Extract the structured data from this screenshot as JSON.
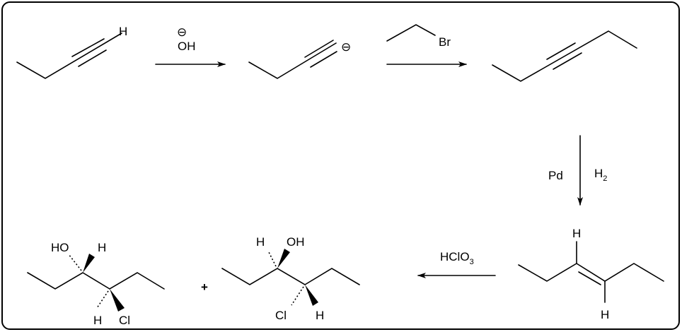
{
  "scheme": {
    "step1_reagent_charge": "⊖",
    "step1_reagent": "OH",
    "anion_charge": "⊖",
    "step2_reagent": "Br",
    "step3_reagent_left": "Pd",
    "step3_reagent_right": "H",
    "step3_reagent_right_sub": "2",
    "step4_reagent": "HClO",
    "step4_reagent_sub": "3",
    "plus": "+",
    "labels": {
      "H": "H",
      "HO": "HO",
      "OH": "OH",
      "Cl": "Cl"
    }
  }
}
